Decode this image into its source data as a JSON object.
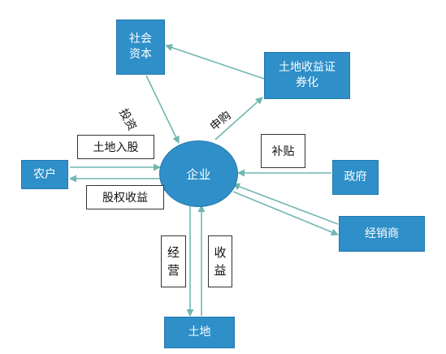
{
  "nodes": {
    "social_capital": "社会\n资本",
    "land_certificate": "土地收益证\n券化",
    "farmer": "农户",
    "enterprise": "企业",
    "government": "政府",
    "distributor": "经销商",
    "land": "土地"
  },
  "labels": {
    "land_shares": "土地入股",
    "equity_income": "股权收益",
    "subsidy": "补贴",
    "operation": "经\n营",
    "income": "收\n益",
    "invest": "投资",
    "trade": "申购"
  },
  "colors": {
    "node_fill": "#2e8fc9",
    "arrow": "#6fb7b0"
  }
}
